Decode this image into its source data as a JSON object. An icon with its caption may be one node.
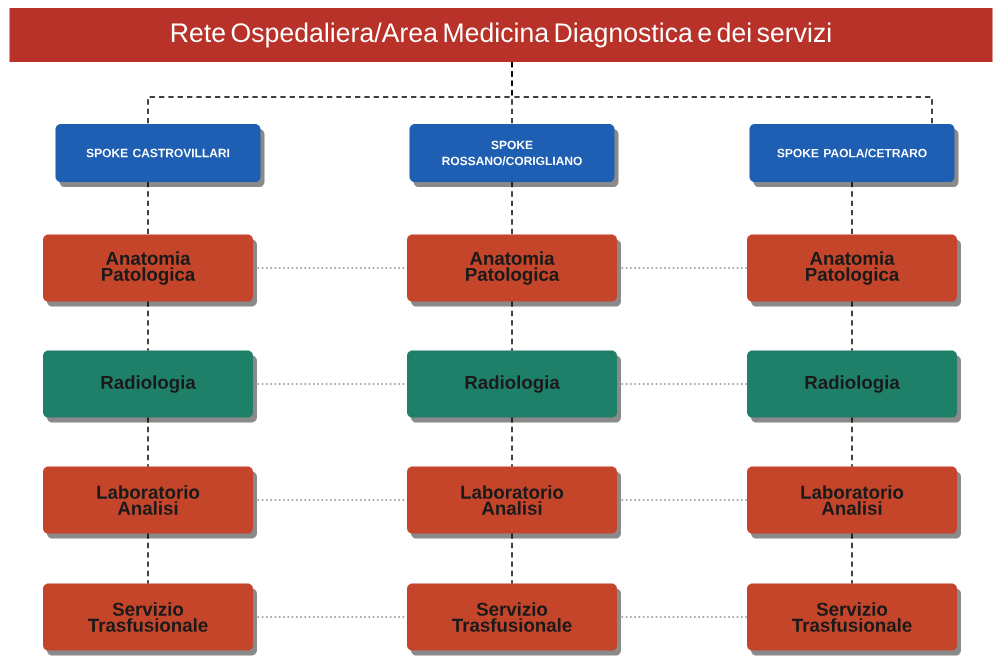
{
  "diagram": {
    "nodes": [
      {
        "text": [
          "Rete Ospedaliera/Area Medicina Diagnostica e dei servizi"
        ]
      },
      {
        "text": [
          "SPOKE CASTROVILLARI"
        ]
      },
      {
        "text": [
          "SPOKE ROSSANO/CORIGLIANO"
        ]
      },
      {
        "text": [
          "SPOKE PAOLA/CETRARO"
        ]
      },
      {
        "text": [
          "Anatomia Patologica"
        ]
      },
      {
        "text": [
          "Anatomia Patologica"
        ]
      },
      {
        "text": [
          "Anatomia Patologica"
        ]
      },
      {
        "text": [
          "Radiologia"
        ]
      },
      {
        "text": [
          "Radiologia"
        ]
      },
      {
        "text": [
          "Radiologia"
        ]
      },
      {
        "text": [
          "Laboratorio Analisi"
        ]
      },
      {
        "text": [
          "Laboratorio Analisi"
        ]
      },
      {
        "text": [
          "Laboratorio Analisi"
        ]
      },
      {
        "text": [
          "Servizio Trasfusionale"
        ]
      },
      {
        "text": [
          "Servizio Trasfusionale"
        ]
      },
      {
        "text": [
          "Servizio Trasfusionale"
        ]
      }
    ],
    "edges": [
      {
        "from": 0,
        "to": 1,
        "arrow": "none",
        "style": "dashed"
      },
      {
        "from": 0,
        "to": 2,
        "arrow": "none",
        "style": "dashed"
      },
      {
        "from": 0,
        "to": 3,
        "arrow": "none",
        "style": "dashed"
      },
      {
        "from": 1,
        "to": 4,
        "arrow": "none",
        "style": "dashed"
      },
      {
        "from": 2,
        "to": 5,
        "arrow": "none",
        "style": "dashed"
      },
      {
        "from": 3,
        "to": 6,
        "arrow": "none",
        "style": "dashed"
      },
      {
        "from": 4,
        "to": 7,
        "arrow": "none",
        "style": "dashed"
      },
      {
        "from": 5,
        "to": 8,
        "arrow": "none",
        "style": "dashed"
      },
      {
        "from": 6,
        "to": 9,
        "arrow": "none",
        "style": "dashed"
      },
      {
        "from": 7,
        "to": 10,
        "arrow": "none",
        "style": "dashed"
      },
      {
        "from": 8,
        "to": 11,
        "arrow": "none",
        "style": "dashed"
      },
      {
        "from": 9,
        "to": 12,
        "arrow": "none",
        "style": "dashed"
      },
      {
        "from": 10,
        "to": 13,
        "arrow": "none",
        "style": "dashed"
      },
      {
        "from": 11,
        "to": 14,
        "arrow": "none",
        "style": "dashed"
      },
      {
        "from": 12,
        "to": 15,
        "arrow": "none",
        "style": "dashed"
      },
      {
        "from": 4,
        "to": 5,
        "arrow": "none",
        "color": "#8a8a8a"
      },
      {
        "from": 5,
        "to": 6,
        "arrow": "none",
        "color": "#8a8a8a"
      },
      {
        "from": 7,
        "to": 8,
        "arrow": "none",
        "color": "#8a8a8a"
      },
      {
        "from": 8,
        "to": 9,
        "arrow": "none",
        "color": "#8a8a8a"
      },
      {
        "from": 10,
        "to": 11,
        "arrow": "none",
        "color": "#8a8a8a"
      },
      {
        "from": 11,
        "to": 12,
        "arrow": "none",
        "color": "#8a8a8a"
      },
      {
        "from": 13,
        "to": 14,
        "arrow": "none",
        "color": "#8a8a8a"
      },
      {
        "from": 14,
        "to": 15,
        "arrow": "none",
        "color": "#8a8a8a"
      }
    ]
  }
}
